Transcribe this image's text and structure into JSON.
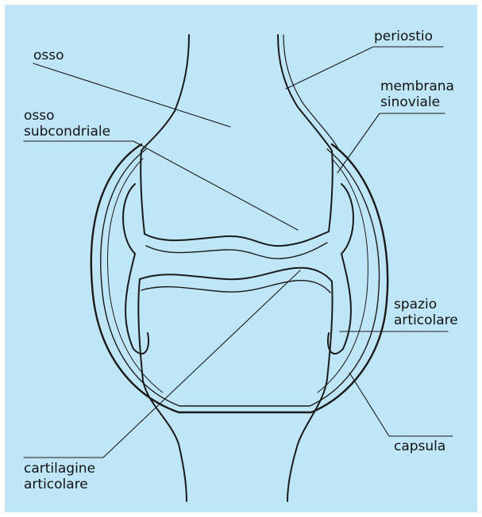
{
  "figure": {
    "background_color": "#bfe6f7",
    "line_color": "#1a1a1a",
    "labels": {
      "osso": "osso",
      "periostio": "periostio",
      "membrana_sinoviale": [
        "membrana",
        "sinoviale"
      ],
      "osso_subcondriale": [
        "osso",
        "subcondriale"
      ],
      "spazio_articolare": [
        "spazio",
        "articolare"
      ],
      "capsula": "capsula",
      "cartilagine_articolare": [
        "cartilagine",
        "articolare"
      ]
    }
  }
}
